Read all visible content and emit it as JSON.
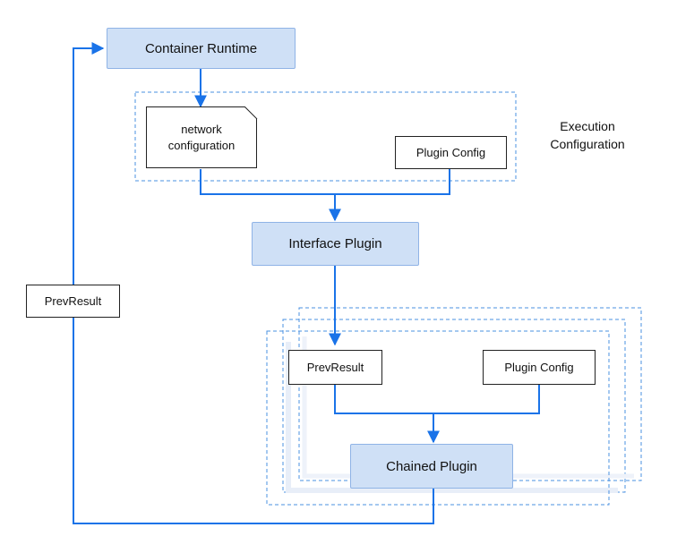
{
  "nodes": {
    "container_runtime": "Container Runtime",
    "network_config_line1": "network",
    "network_config_line2": "configuration",
    "plugin_config_top": "Plugin Config",
    "interface_plugin": "Interface Plugin",
    "prev_result_left": "PrevResult",
    "prev_result_inner": "PrevResult",
    "plugin_config_bottom": "Plugin Config",
    "chained_plugin": "Chained Plugin"
  },
  "groups": {
    "execution_configuration_line1": "Execution",
    "execution_configuration_line2": "Configuration"
  },
  "colors": {
    "edge": "#1a73e8",
    "group_border": "#4a90e2",
    "process_fill": "#cfe0f6"
  }
}
